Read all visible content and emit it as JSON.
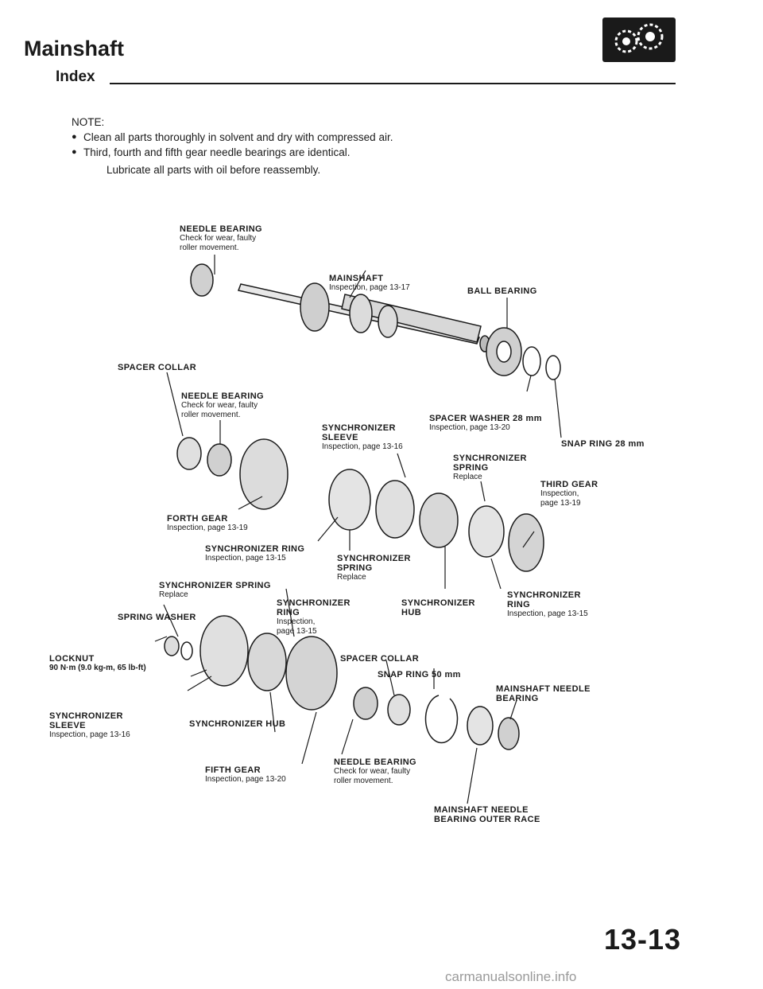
{
  "header": {
    "title": "Mainshaft",
    "subtitle": "Index"
  },
  "note": {
    "heading": "NOTE:",
    "bullets": [
      "Clean all parts thoroughly in solvent and dry with compressed air.",
      "Third, fourth and fifth gear needle bearings are identical."
    ],
    "lubricate": "Lubricate all parts with oil before reassembly."
  },
  "labels": {
    "needle_bearing_top": {
      "name": "NEEDLE BEARING",
      "note": "Check for wear, faulty",
      "note2": "roller movement."
    },
    "mainshaft": {
      "name": "MAINSHAFT",
      "note": "Inspection, page 13-17"
    },
    "ball_bearing": {
      "name": "BALL BEARING"
    },
    "spacer_collar_top": {
      "name": "SPACER COLLAR"
    },
    "needle_bearing_mid": {
      "name": "NEEDLE BEARING",
      "note": "Check for wear, faulty",
      "note2": "roller movement."
    },
    "spacer_washer": {
      "name": "SPACER WASHER 28 mm",
      "note": "Inspection, page 13-20"
    },
    "snap_ring_28": {
      "name": "SNAP RING 28 mm"
    },
    "synchro_sleeve_mid": {
      "name": "SYNCHRONIZER",
      "name2": "SLEEVE",
      "note": "Inspection, page 13-16"
    },
    "synchro_spring_right": {
      "name": "SYNCHRONIZER",
      "name2": "SPRING",
      "note": "Replace"
    },
    "third_gear": {
      "name": "THIRD GEAR",
      "note": "Inspection,",
      "note2": "page 13-19"
    },
    "forth_gear": {
      "name": "FORTH GEAR",
      "note": "Inspection, page 13-19"
    },
    "synchro_ring_mid": {
      "name": "SYNCHRONIZER RING",
      "note": "Inspection, page 13-15"
    },
    "synchro_spring_mid": {
      "name": "SYNCHRONIZER",
      "name2": "SPRING",
      "note": "Replace"
    },
    "synchro_spring_left": {
      "name": "SYNCHRONIZER SPRING",
      "note": "Replace"
    },
    "synchro_ring_low": {
      "name": "SYNCHRONIZER",
      "name2": "RING",
      "note": "Inspection,",
      "note2": "page 13-15"
    },
    "synchro_hub_right": {
      "name": "SYNCHRONIZER",
      "name2": "HUB"
    },
    "synchro_ring_right": {
      "name": "SYNCHRONIZER",
      "name2": "RING",
      "note": "Inspection, page 13-15"
    },
    "spring_washer": {
      "name": "SPRING WASHER"
    },
    "locknut": {
      "name": "LOCKNUT",
      "note": "90 N·m (9.0 kg-m, 65 lb-ft)"
    },
    "spacer_collar_low": {
      "name": "SPACER COLLAR"
    },
    "snap_ring_50": {
      "name": "SNAP RING 50 mm"
    },
    "mainshaft_needle_bearing": {
      "name": "MAINSHAFT NEEDLE",
      "name2": "BEARING"
    },
    "synchro_sleeve_low": {
      "name": "SYNCHRONIZER",
      "name2": "SLEEVE",
      "note": "Inspection, page 13-16"
    },
    "synchro_hub_low": {
      "name": "SYNCHRONIZER HUB"
    },
    "fifth_gear": {
      "name": "FIFTH GEAR",
      "note": "Inspection, page 13-20"
    },
    "needle_bearing_low": {
      "name": "NEEDLE BEARING",
      "note": "Check for wear, faulty",
      "note2": "roller movement."
    },
    "outer_race": {
      "name": "MAINSHAFT NEEDLE",
      "name2": "BEARING OUTER RACE"
    }
  },
  "footer": {
    "page_number": "13-13",
    "watermark": "carmanualsonline.info"
  }
}
